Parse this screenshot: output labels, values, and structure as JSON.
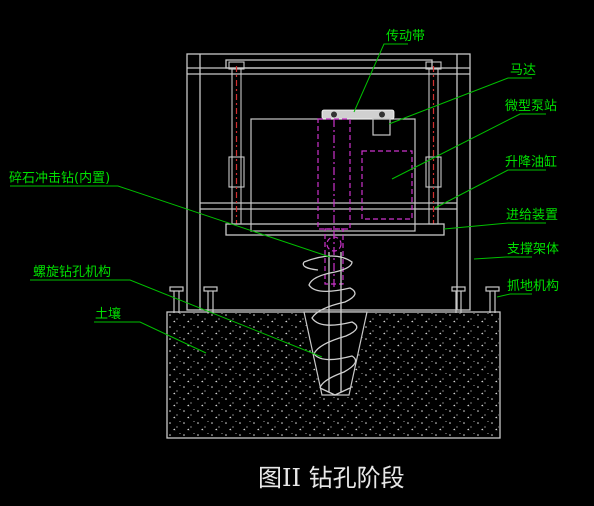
{
  "colors": {
    "background": "#000000",
    "frame": "#c8c8c8",
    "leader": "#00c000",
    "label": "#00e000",
    "hidden_parts": "#cc33cc",
    "red_axis": "#d03030",
    "soil": "#ffffff",
    "caption": "#e8e8e8"
  },
  "labels": {
    "belt": "传动带",
    "motor": "马达",
    "pump": "微型泵站",
    "cylinder": "升降油缸",
    "feed": "进给装置",
    "support": "支撑架体",
    "grip": "抓地机构",
    "hammer": "碎石冲击钻(内置)",
    "auger": "螺旋钻孔机构",
    "soil": "土壤"
  },
  "caption": "图II 钻孔阶段"
}
